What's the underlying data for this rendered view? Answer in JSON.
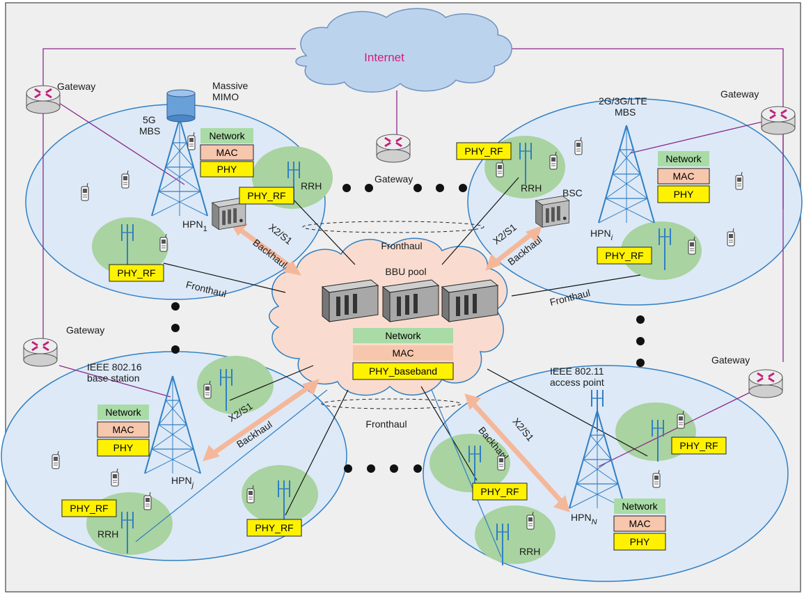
{
  "internet": "Internet",
  "gateway": "Gateway",
  "massive_mimo": [
    "Massive",
    "MIMO"
  ],
  "mbs_5g": [
    "5G",
    "MBS"
  ],
  "mbs_legacy": [
    "2G/3G/LTE",
    "MBS"
  ],
  "ieee_80216": [
    "IEEE 802.16",
    "base station"
  ],
  "ieee_80211": [
    "IEEE 802.11",
    "access point"
  ],
  "rrh": "RRH",
  "bsc": "BSC",
  "bbu_pool": "BBU pool",
  "fronthaul": "Fronthaul",
  "backhaul": "Backhaul",
  "x2s1": "X2/S1",
  "hpn": {
    "base": "HPN",
    "sub1": "1",
    "subi": "i",
    "subj": "j",
    "subN": "N"
  },
  "stack": {
    "network": "Network",
    "mac": "MAC",
    "phy": "PHY",
    "phy_rf": "PHY_RF",
    "phy_baseband": "PHY_baseband"
  },
  "colors": {
    "cell": "#dde9f7",
    "cell_stroke": "#2f7fc4",
    "rrh_zone": "#a9d3a0",
    "cloud_bbu": "#f9dccf",
    "cloud_internet": "#bcd3ee",
    "network": "#a9dba6",
    "mac": "#f6c6ad",
    "phy": "#fff200",
    "backhaul": "#f5b79a",
    "link": "#8b2a8b"
  }
}
